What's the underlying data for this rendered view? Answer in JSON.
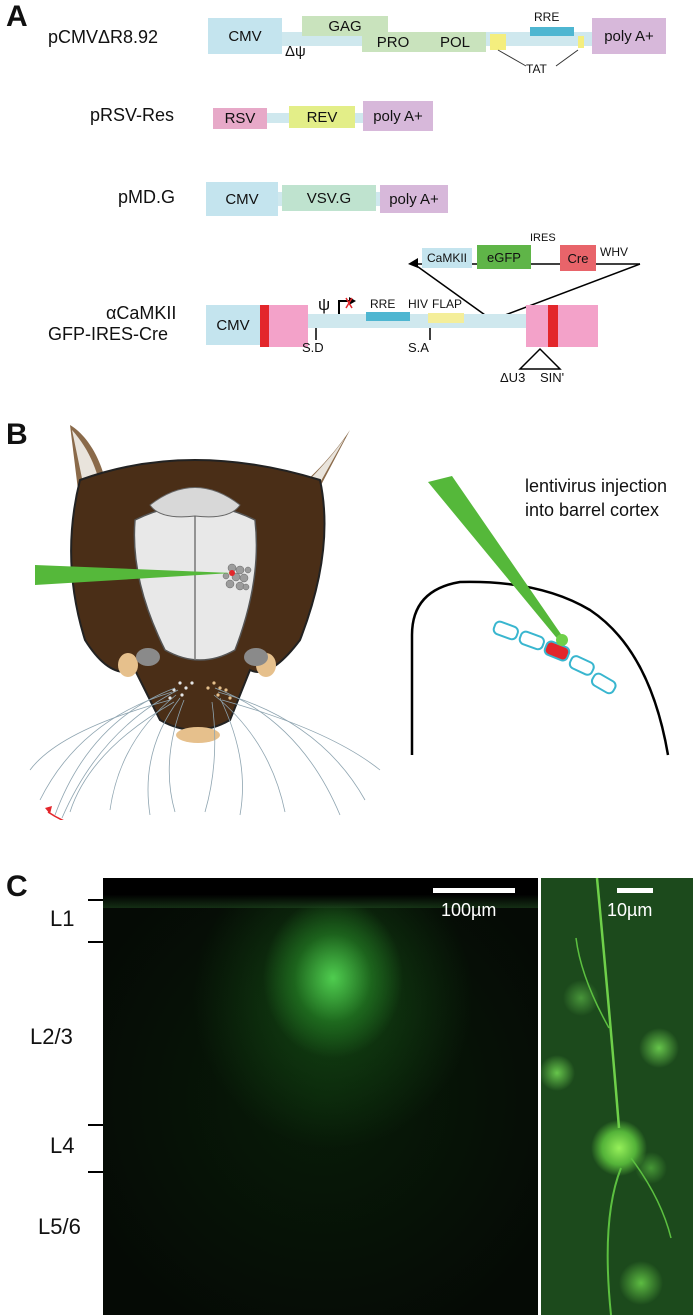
{
  "panels": {
    "a": "A",
    "b": "B",
    "c": "C"
  },
  "plasmid1": {
    "name": "pCMVΔR8.92",
    "cmv": "CMV",
    "gag": "GAG",
    "pro": "PRO",
    "pol": "POL",
    "rre": "RRE",
    "polya": "poly A+",
    "delta_psi": "Δψ",
    "tat": "TAT"
  },
  "plasmid2": {
    "name": "pRSV-Res",
    "rsv": "RSV",
    "rev": "REV",
    "polya": "poly A+"
  },
  "plasmid3": {
    "name": "pMD.G",
    "cmv": "CMV",
    "vsvg": "VSV.G",
    "polya": "poly A+"
  },
  "plasmid4": {
    "name_line1": "αCaMKII",
    "name_line2": "GFP-IRES-Cre",
    "cmv": "CMV",
    "psi": "ψ",
    "rre": "RRE",
    "hiv": "HIV",
    "flap": "FLAP",
    "sd": "S.D",
    "sa": "S.A",
    "du3": "ΔU3",
    "sin": "SIN'",
    "insert": {
      "camkii": "CaMKII",
      "egfp": "eGFP",
      "ires": "IRES",
      "cre": "Cre",
      "whv": "WHV"
    }
  },
  "injection": {
    "line1": "lentivirus injection",
    "line2": "into barrel cortex"
  },
  "micrograph": {
    "layers": [
      "L1",
      "L2/3",
      "L4",
      "L5/6"
    ],
    "scale_left": "100µm",
    "scale_right": "10µm"
  },
  "colors": {
    "cmv": "#c4e4ee",
    "gag_pol": "#c9e3bd",
    "rre": "#4eb6d1",
    "tat": "#f4ee7e",
    "polya": "#d7b8da",
    "rsv": "#e7a9c8",
    "rev": "#e3ee88",
    "vsvg": "#bfe3cf",
    "egfp": "#5fb548",
    "cre": "#e8646a",
    "ltr_pink": "#f3a2c9",
    "ltr_red": "#e3262b",
    "flap": "#f4ee9a",
    "pipette": "#55b83a",
    "head": "#4a2e17",
    "micro_green": "#3fd23f"
  }
}
